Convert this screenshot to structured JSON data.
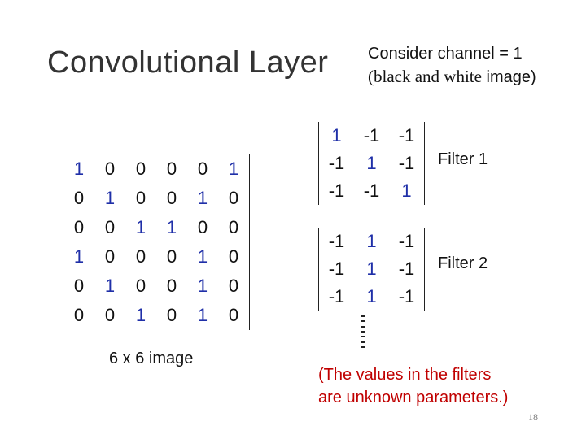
{
  "slide": {
    "title": "Convolutional Layer",
    "consider_line1": "Consider channel = 1",
    "consider_line2_serif": "(black and white",
    "consider_line2_rest": " image)",
    "image_caption": "6 x 6 image",
    "filter1_label": "Filter 1",
    "filter2_label": "Filter 2",
    "note_line1": "(The values in the filters",
    "note_line2": "are unknown parameters.)",
    "page_number": "18"
  },
  "image_matrix": [
    [
      "1",
      "0",
      "0",
      "0",
      "0",
      "1"
    ],
    [
      "0",
      "1",
      "0",
      "0",
      "1",
      "0"
    ],
    [
      "0",
      "0",
      "1",
      "1",
      "0",
      "0"
    ],
    [
      "1",
      "0",
      "0",
      "0",
      "1",
      "0"
    ],
    [
      "0",
      "1",
      "0",
      "0",
      "1",
      "0"
    ],
    [
      "0",
      "0",
      "1",
      "0",
      "1",
      "0"
    ]
  ],
  "filter1_matrix": [
    [
      "1",
      "-1",
      "-1"
    ],
    [
      "-1",
      "1",
      "-1"
    ],
    [
      "-1",
      "-1",
      "1"
    ]
  ],
  "filter2_matrix": [
    [
      "-1",
      "1",
      "-1"
    ],
    [
      "-1",
      "1",
      "-1"
    ],
    [
      "-1",
      "1",
      "-1"
    ]
  ],
  "colors": {
    "one_value": "#1f2fa8",
    "note_text": "#c00000"
  }
}
